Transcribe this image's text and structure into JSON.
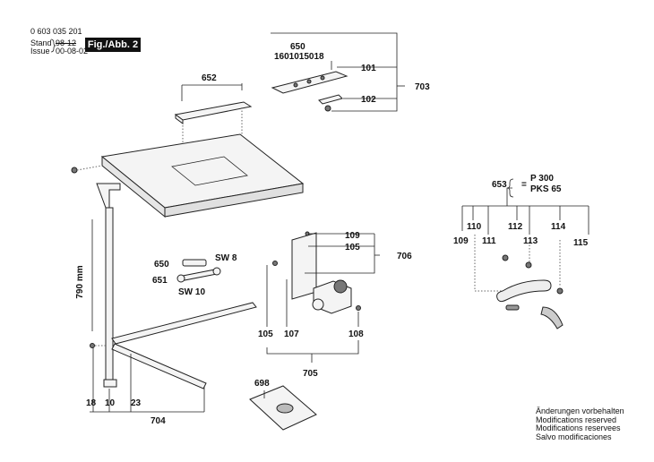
{
  "header": {
    "doc_number": "0 603 035 201",
    "stand_label": "Stand",
    "stand_value": "98-12",
    "issue_label": "Issue",
    "issue_value": "00-08-02",
    "figure_label": "Fig./Abb. 2"
  },
  "callouts": {
    "c650": "650",
    "c650_code": "1601015018",
    "c101": "101",
    "c102": "102",
    "c703": "703",
    "c652": "652",
    "c653": "653",
    "c653_eq": "=",
    "c653_opt1": "P 300",
    "c653_opt2": "PKS 65",
    "c110": "110",
    "c112": "112",
    "c114": "114",
    "c109_right": "109",
    "c111": "111",
    "c113": "113",
    "c115": "115",
    "c109_mid": "109",
    "c105_mid": "105",
    "c706": "706",
    "c790": "790 mm",
    "c650_left": "650",
    "sw8": "SW 8",
    "c651": "651",
    "sw10": "SW 10",
    "c105_low": "105",
    "c107": "107",
    "c108": "108",
    "c705": "705",
    "c698": "698",
    "c18": "18",
    "c10": "10",
    "c23": "23",
    "c704": "704"
  },
  "notes": [
    "Änderungen vorbehalten",
    "Modifications reserved",
    "Modifications reservees",
    "Salvo modificaciones"
  ]
}
